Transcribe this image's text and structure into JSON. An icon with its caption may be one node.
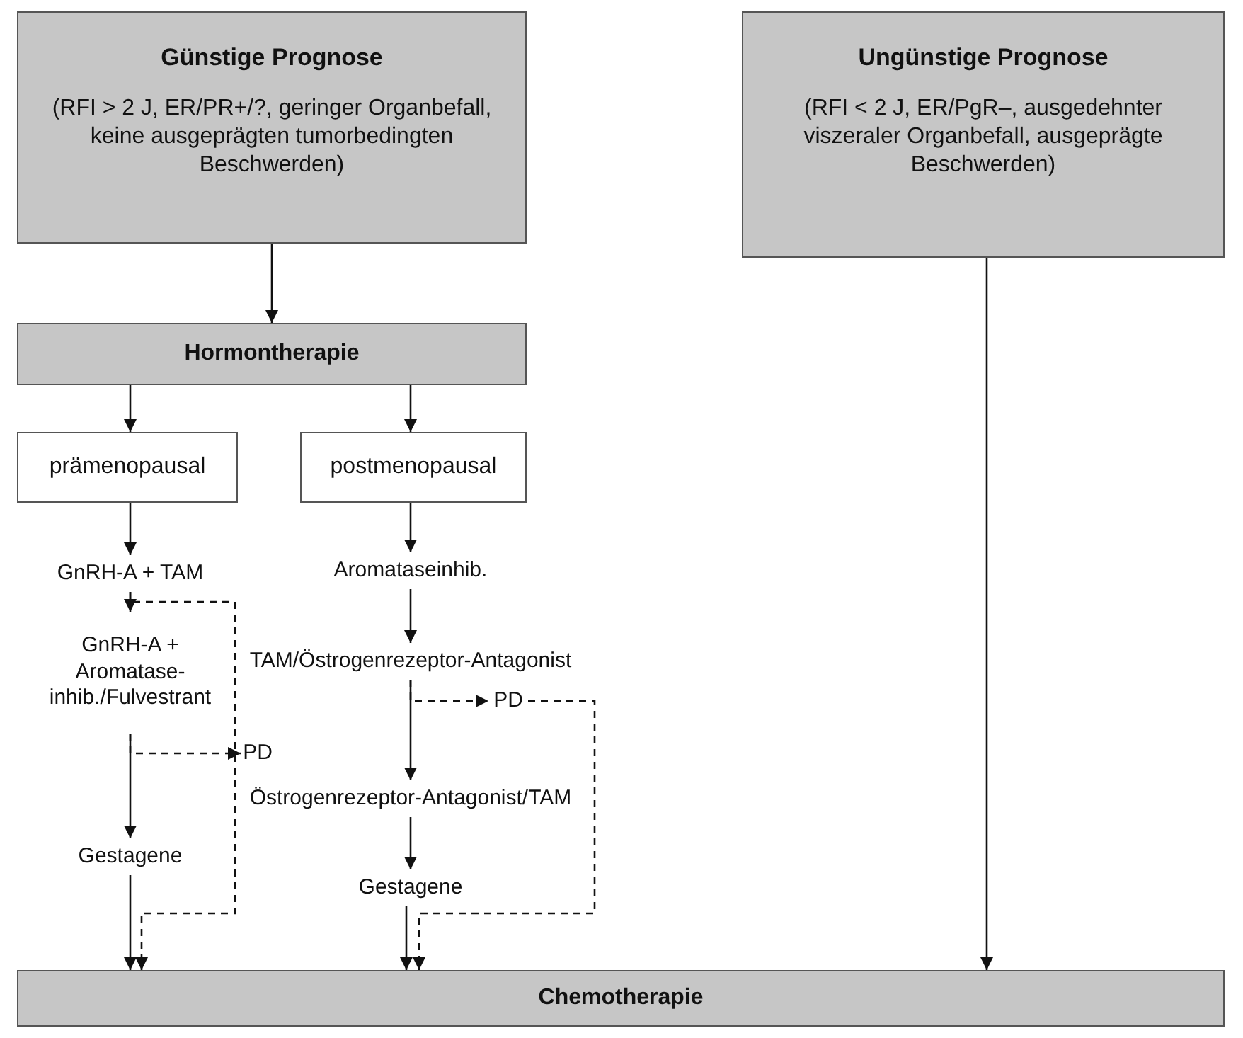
{
  "diagram": {
    "nodes": [
      {
        "text": [
          "Günstige Prognose",
          "(RFI > 2 J, ER/PR+/?, geringer Organbefall, keine ausgeprägten tumorbedingten Beschwerden)"
        ]
      },
      {
        "text": [
          "Ungünstige Prognose",
          "(RFI < 2 J, ER/PgR–, ausgedehnter viszeraler Organbefall, ausgeprägte Beschwerden)"
        ]
      },
      {
        "text": [
          "Hormontherapie"
        ]
      },
      {
        "text": [
          "prämenopausal"
        ]
      },
      {
        "text": [
          "postmenopausal"
        ]
      },
      {
        "text": [
          "GnRH-A + TAM"
        ]
      },
      {
        "text": [
          "GnRH-A + Aromatase-inhib./Fulvestrant"
        ]
      },
      {
        "text": [
          "PD"
        ]
      },
      {
        "text": [
          "Gestagene"
        ]
      },
      {
        "text": [
          "Aromataseinhib."
        ]
      },
      {
        "text": [
          "TAM/Östrogenrezeptor-Antagonist"
        ]
      },
      {
        "text": [
          "PD"
        ]
      },
      {
        "text": [
          "Östrogenrezeptor-Antagonist/TAM"
        ]
      },
      {
        "text": [
          "Gestagene"
        ]
      },
      {
        "text": [
          "Chemotherapie"
        ]
      }
    ],
    "edges": [
      {
        "from": 0,
        "to": 2,
        "arrow": "to"
      },
      {
        "from": 1,
        "to": 14,
        "arrow": "to"
      },
      {
        "from": 2,
        "to": 3,
        "arrow": "to"
      },
      {
        "from": 2,
        "to": 4,
        "arrow": "to"
      },
      {
        "from": 3,
        "to": 5,
        "arrow": "to"
      },
      {
        "from": 5,
        "to": 6,
        "arrow": "to"
      },
      {
        "from": 6,
        "to": 8,
        "arrow": "to"
      },
      {
        "from": 8,
        "to": 14,
        "arrow": "to"
      },
      {
        "from": 4,
        "to": 9,
        "arrow": "to"
      },
      {
        "from": 9,
        "to": 10,
        "arrow": "to"
      },
      {
        "from": 10,
        "to": 12,
        "arrow": "to"
      },
      {
        "from": 12,
        "to": 13,
        "arrow": "to"
      },
      {
        "from": 13,
        "to": 14,
        "arrow": "to"
      },
      {
        "from": 6,
        "to": 7,
        "arrow": "to",
        "style": "dashed"
      },
      {
        "from": 5,
        "to": 14,
        "arrow": "to",
        "style": "dashed"
      },
      {
        "from": 10,
        "to": 11,
        "arrow": "to",
        "style": "dashed"
      },
      {
        "from": 11,
        "to": 14,
        "arrow": "to",
        "style": "dashed"
      }
    ]
  }
}
